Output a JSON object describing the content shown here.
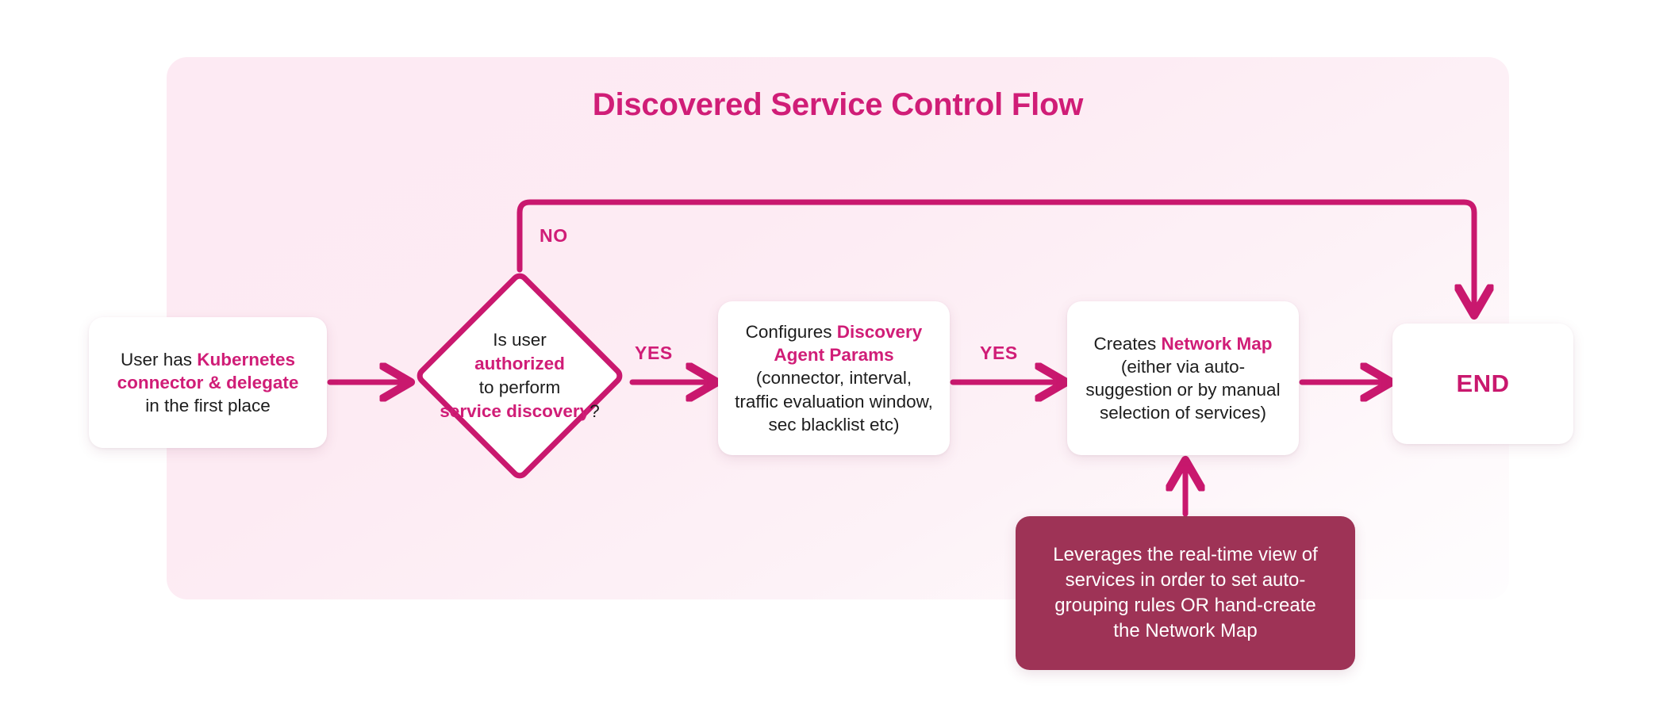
{
  "diagram": {
    "title": "Discovered Service Control Flow",
    "accent_color": "#d01d77",
    "line_color": "#c9186e",
    "panel_color": "#fdeaf3",
    "note_color": "#9e3356",
    "text_color": "#1d1d1d"
  },
  "nodes": {
    "start": {
      "name": "start-box",
      "shape": "rounded-rect",
      "line1_plain": "User has ",
      "line1_highlight": "Kubernetes",
      "line2_highlight": "connector & delegate",
      "line3_plain": "in the first place"
    },
    "decision": {
      "name": "decision-diamond",
      "shape": "diamond",
      "line1_plain": "Is user",
      "line2_highlight": "authorized",
      "line3_plain": "to perform",
      "line4_highlight": "service discovery",
      "line4_suffix": "?"
    },
    "configure": {
      "name": "configure-discovery-agent-params-box",
      "shape": "rounded-rect",
      "line1_plain": "Configures ",
      "line1_highlight": "Discovery",
      "line2_highlight": "Agent Params",
      "line3_plain": "(connector, interval,",
      "line4_plain": "traffic evaluation window,",
      "line5_plain": "sec blacklist etc)"
    },
    "networkmap": {
      "name": "creates-network-map-box",
      "shape": "rounded-rect",
      "line1_plain": "Creates ",
      "line1_highlight": "Network Map",
      "line2_plain": "(either via auto-",
      "line3_plain": "suggestion or by manual",
      "line4_plain": "selection of services)"
    },
    "end": {
      "name": "end-box",
      "shape": "rounded-rect",
      "label": "END"
    },
    "note": {
      "name": "leverages-note-box",
      "shape": "rounded-rect",
      "line1": "Leverages the real-time view of",
      "line2": "services in order to set auto-",
      "line3": "grouping rules OR hand-create",
      "line4": "the Network Map"
    }
  },
  "edges": {
    "start_to_decision": {
      "label": ""
    },
    "decision_no": {
      "label": "NO"
    },
    "decision_yes": {
      "label": "YES"
    },
    "configure_to_networkmap": {
      "label": "YES"
    },
    "networkmap_to_end": {
      "label": ""
    },
    "note_to_networkmap": {
      "label": ""
    }
  }
}
